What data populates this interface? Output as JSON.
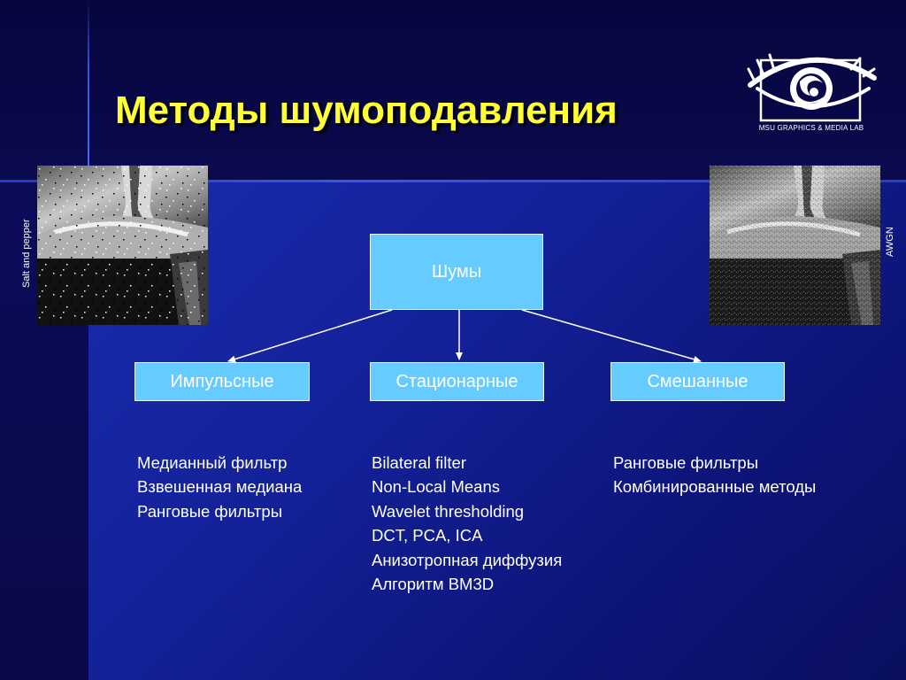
{
  "slide": {
    "title": "Методы шумоподавления"
  },
  "logo": {
    "caption": "MSU GRAPHICS & MEDIA LAB",
    "icon": "eye-logo-icon"
  },
  "images": {
    "left_label": "Salt and pepper",
    "right_label": "AWGN"
  },
  "diagram": {
    "root": "Шумы",
    "branches": [
      {
        "label": "Импульсные",
        "methods": [
          "Медианный фильтр",
          "Взвешенная медиана",
          "Ранговые фильтры"
        ]
      },
      {
        "label": "Стационарные",
        "methods": [
          "Bilateral filter",
          "Non-Local Means",
          "Wavelet thresholding",
          "DCT, PCA, ICA",
          "Анизотропная диффузия",
          "Алгоритм BM3D"
        ]
      },
      {
        "label": "Смешанные",
        "methods": [
          "Ранговые фильтры",
          "Комбинированные методы"
        ]
      }
    ]
  },
  "colors": {
    "title": "#ffff33",
    "node_fill": "#66ccff",
    "background": "#1a2eb0",
    "text": "#ffffff"
  }
}
